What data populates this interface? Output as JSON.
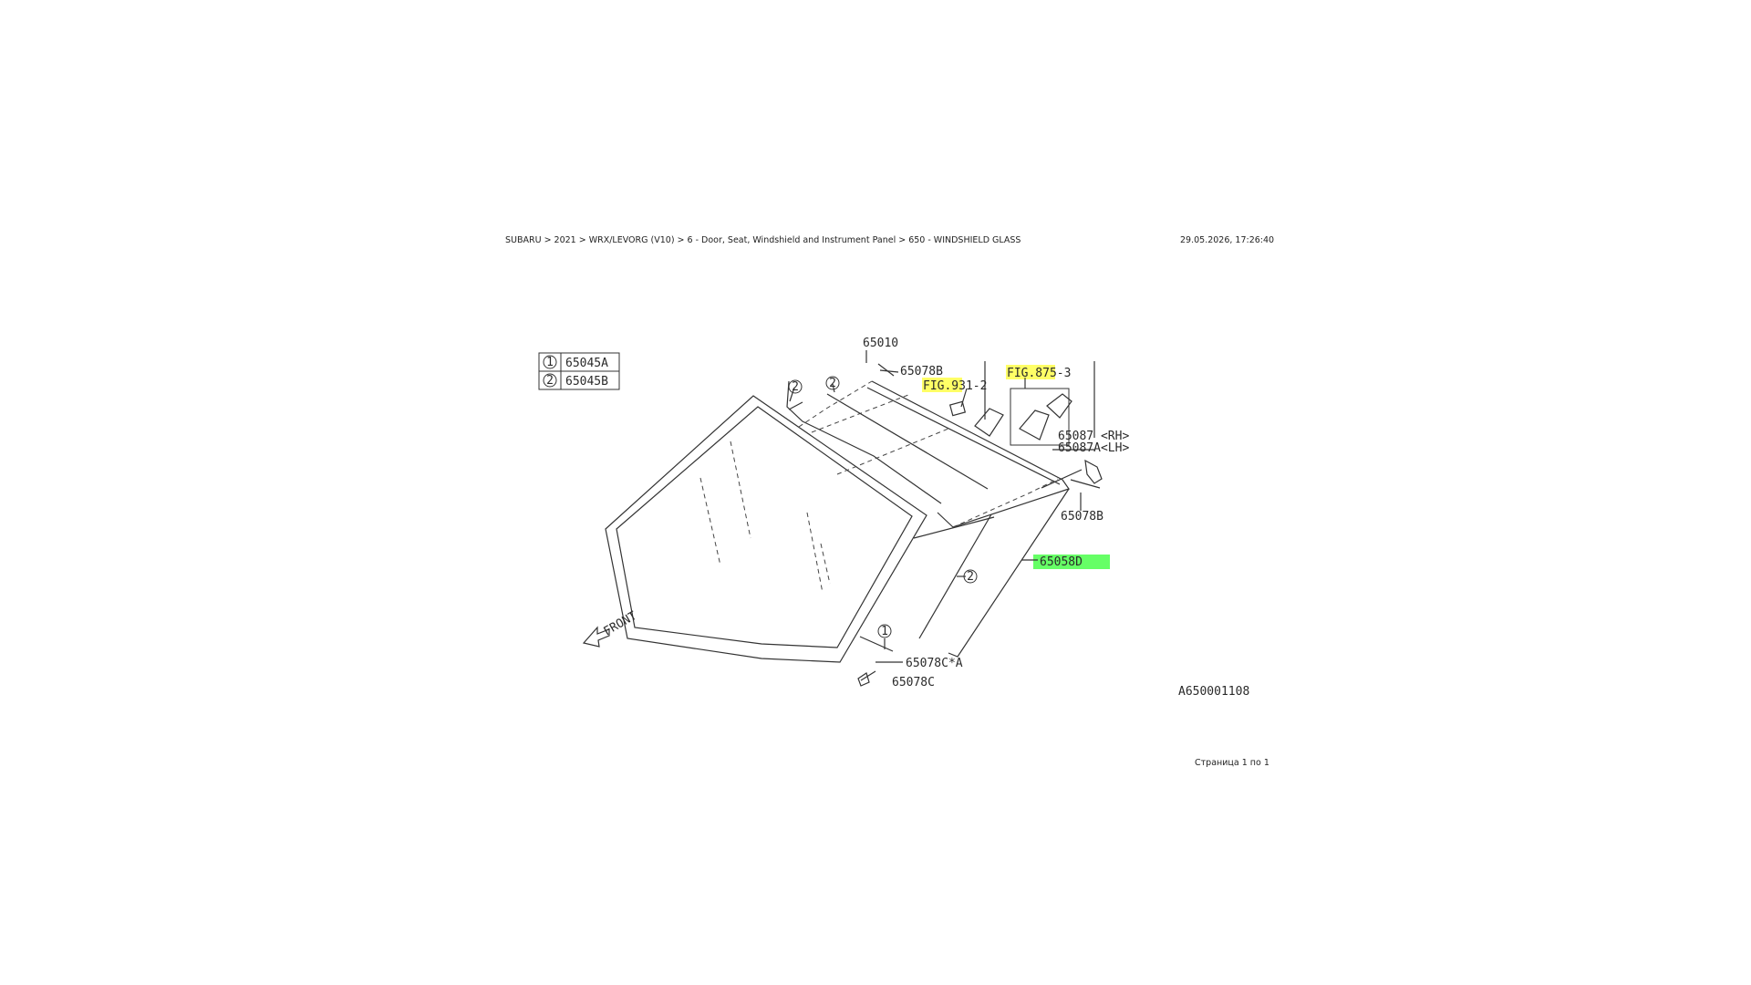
{
  "header": {
    "breadcrumb": "SUBARU > 2021 > WRX/LEVORG (V10) > 6 - Door, Seat, Windshield and Instrument Panel > 650 - WINDSHIELD GLASS",
    "timestamp": "29.05.2026, 17:26:40"
  },
  "legend": {
    "rows": [
      {
        "marker": "1",
        "part": "65045A"
      },
      {
        "marker": "2",
        "part": "65045B"
      }
    ]
  },
  "callouts": {
    "part_65010": "65010",
    "part_65078b_top": "65078B",
    "fig_931": "FIG.931-2",
    "fig_875": "FIG.875-3",
    "part_65087_rh": "65087 <RH>",
    "part_65087a_lh": "65087A<LH>",
    "part_65078b_right": "65078B",
    "part_65058d": "65058D",
    "part_65078c_a": "65078C*A",
    "part_65078c": "65078C",
    "marker_2_a": "2",
    "marker_2_b": "2",
    "marker_2_c": "2",
    "marker_1": "1",
    "front_label": "FRONT",
    "diagram_id": "A650001108"
  },
  "highlights": {
    "yellow": "#ffff66",
    "green": "#66ff66"
  },
  "footer": {
    "page": "Страница 1 по 1"
  }
}
